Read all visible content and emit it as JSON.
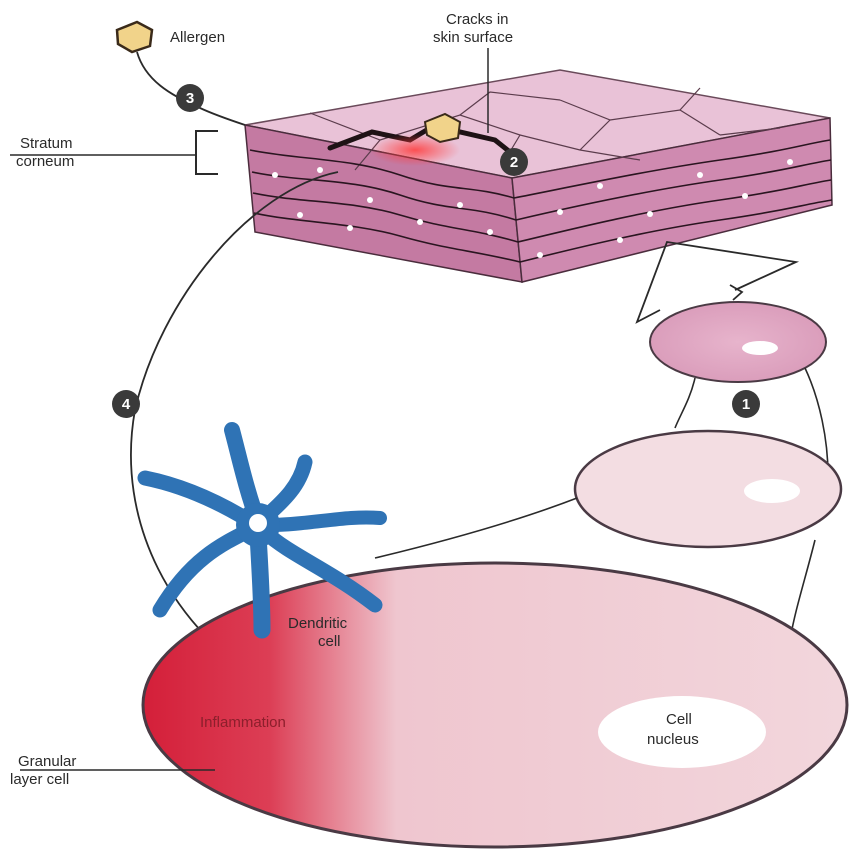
{
  "labels": {
    "allergen": "Allergen",
    "cracks_line1": "Cracks in",
    "cracks_line2": "skin surface",
    "stratum_line1": "Stratum",
    "stratum_line2": "corneum",
    "dendritic_line1": "Dendritic",
    "dendritic_line2": "cell",
    "inflammation": "Inflammation",
    "nucleus_line1": "Cell",
    "nucleus_line2": "nucleus",
    "granular_line1": "Granular",
    "granular_line2": "layer cell"
  },
  "steps": {
    "s1": "1",
    "s2": "2",
    "s3": "3",
    "s4": "4"
  },
  "colors": {
    "skin_top": "#e8bcd3",
    "skin_side": "#c77fa6",
    "cell_small": "#e2a8c4",
    "cell_medium": "#f4dee3",
    "cell_large": "#f2d4da",
    "inflammation_red": "#d8233b",
    "dendritic_blue": "#2f73b5",
    "badge": "#3a3a3a"
  }
}
